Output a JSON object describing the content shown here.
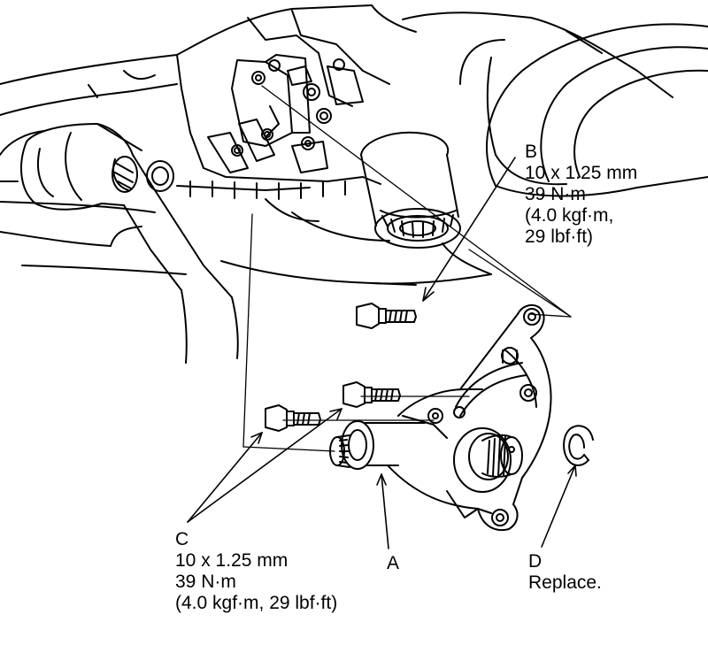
{
  "callouts": {
    "a": {
      "letter": "A"
    },
    "b": {
      "letter": "B",
      "spec": "10 x 1.25 mm",
      "torque_nm": "39 N·m",
      "torque_kgf": "(4.0 kgf·m,",
      "torque_lbf": "29 lbf·ft)"
    },
    "c": {
      "letter": "C",
      "spec": "10 x 1.25 mm",
      "torque_nm": "39 N·m",
      "torque_other": "(4.0 kgf·m, 29 lbf·ft)"
    },
    "d": {
      "letter": "D",
      "note": "Replace."
    }
  }
}
